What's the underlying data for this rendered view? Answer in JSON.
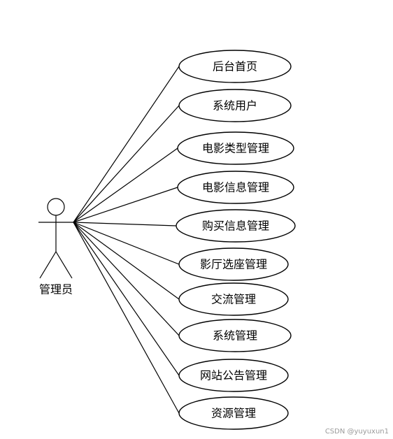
{
  "actor": {
    "label": "管理员"
  },
  "use_cases": [
    {
      "label": "后台首页"
    },
    {
      "label": "系统用户"
    },
    {
      "label": "电影类型管理"
    },
    {
      "label": "电影信息管理"
    },
    {
      "label": "购买信息管理"
    },
    {
      "label": "影厅选座管理"
    },
    {
      "label": "交流管理"
    },
    {
      "label": "系统管理"
    },
    {
      "label": "网站公告管理"
    },
    {
      "label": "资源管理"
    }
  ],
  "watermark": "CSDN @yuyuxun1"
}
